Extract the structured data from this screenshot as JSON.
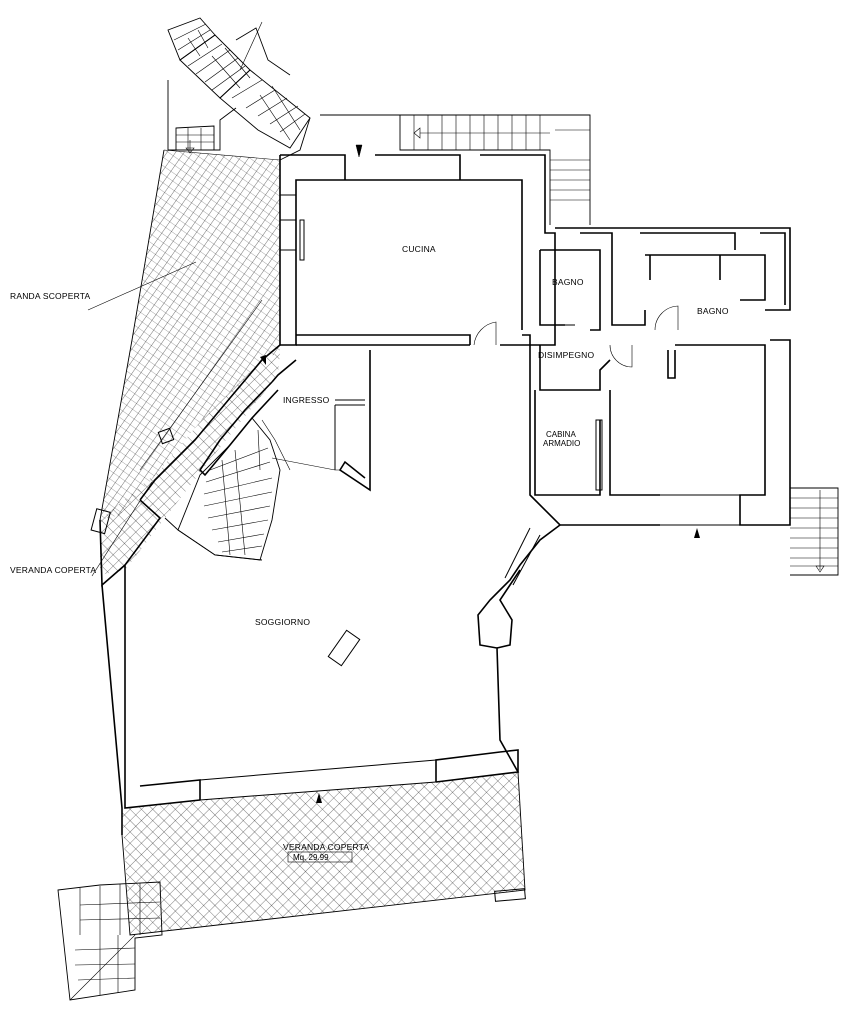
{
  "rooms": {
    "cucina": "CUCINA",
    "bagno_1": "BAGNO",
    "bagno_2": "BAGNO",
    "disimpegno": "DISIMPEGNO",
    "ingresso": "INGRESSO",
    "cabina_armadio_1": "CABINA",
    "cabina_armadio_2": "ARMADIO",
    "soggiorno": "SOGGIORNO"
  },
  "outdoor": {
    "veranda_scoperta": "RANDA SCOPERTA",
    "veranda_coperta_side": "VERANDA COPERTA",
    "veranda_coperta_main": "VERANDA COPERTA",
    "veranda_coperta_area": "Mq. 29.99"
  },
  "icons": [
    "entrance-arrow-icon",
    "stair-direction-arrow-icon"
  ]
}
